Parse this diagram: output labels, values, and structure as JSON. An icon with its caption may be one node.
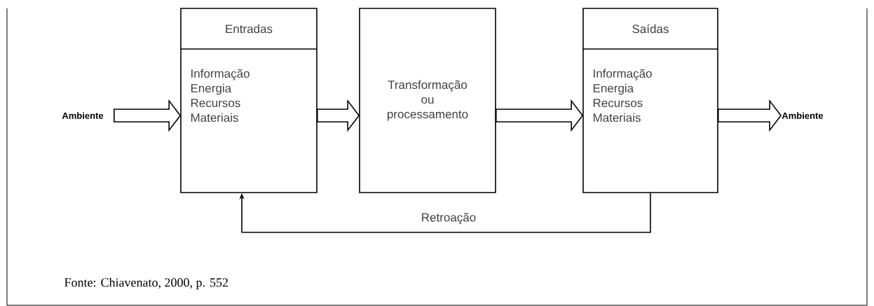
{
  "diagram": {
    "caption": "Fonte: Chiavenato, 2000, p. 552",
    "nodes": [
      {
        "text": [
          "Ambiente"
        ]
      },
      {
        "text": [
          "Entradas",
          "Informação Energia Recursos Materiais"
        ]
      },
      {
        "text": [
          "Transformação ou processamento"
        ]
      },
      {
        "text": [
          "Saídas",
          "Informação Energia Recursos Materiais"
        ]
      },
      {
        "text": [
          "Ambiente"
        ]
      }
    ],
    "edges": [
      {
        "from": 0,
        "to": 1,
        "arrow": "to",
        "style": "thick"
      },
      {
        "from": 1,
        "to": 2,
        "arrow": "to",
        "style": "thick"
      },
      {
        "from": 2,
        "to": 3,
        "arrow": "to",
        "style": "thick"
      },
      {
        "from": 3,
        "to": 4,
        "arrow": "to",
        "style": "thick"
      },
      {
        "from": 3,
        "to": 1,
        "arrow": "to",
        "label": "Retroação"
      }
    ]
  }
}
